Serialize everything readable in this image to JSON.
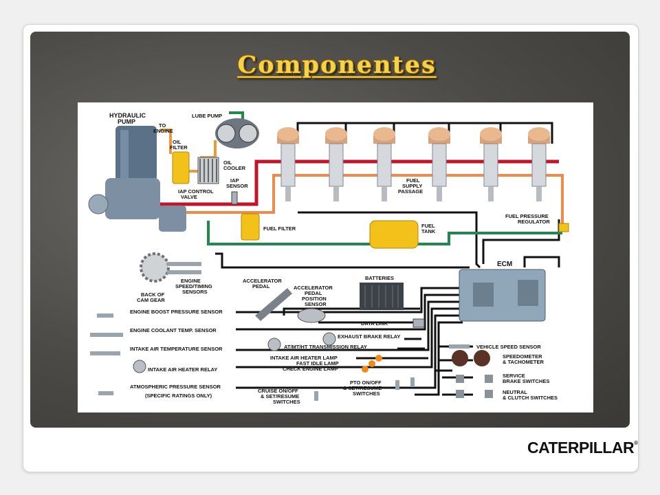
{
  "slide": {
    "title": "Componentes",
    "brand": "CATERPILLAR",
    "brand_mark": "®"
  },
  "diagram": {
    "labels": {
      "hydraulic_pump": [
        "HYDRAULIC",
        "PUMP"
      ],
      "to_engine": [
        "TO",
        "ENGINE"
      ],
      "oil_filter": [
        "OIL",
        "FILTER"
      ],
      "lube_pump": "LUBE PUMP",
      "oil_cooler": [
        "OIL",
        "COOLER"
      ],
      "iap_sensor": [
        "IAP",
        "SENSOR"
      ],
      "iap_control_valve": [
        "IAP CONTROL",
        "VALVE"
      ],
      "fuel_supply_passage": [
        "FUEL",
        "SUPPLY",
        "PASSAGE"
      ],
      "fuel_filter": "FUEL FILTER",
      "fuel_tank": [
        "FUEL",
        "TANK"
      ],
      "fuel_pressure_regulator": [
        "FUEL PRESSURE",
        "REGULATOR"
      ],
      "ecm": "ECM",
      "engine_speed_timing": [
        "ENGINE",
        "SPEED/TIMING",
        "SENSORS"
      ],
      "back_of_cam_gear": [
        "BACK OF",
        "CAM GEAR"
      ],
      "accelerator_pedal": [
        "ACCELERATOR",
        "PEDAL"
      ],
      "accelerator_pedal_position": [
        "ACCELERATOR",
        "PEDAL",
        "POSITION",
        "SENSOR"
      ],
      "batteries": "BATTERIES",
      "data_link": "DATA LINK",
      "exhaust_brake_relay": "EXHAUST BRAKE RELAY",
      "transmission_relay": "AT/MT/HT TRANSMISSION RELAY",
      "lamps": [
        "INTAKE AIR HEATER LAMP",
        "FAST IDLE LAMP",
        "CHECK ENGINE LAMP"
      ],
      "pto": [
        "PTO ON/OFF",
        "& SET/RESUME",
        "SWITCHES"
      ],
      "cruise": [
        "CRUISE ON/OFF",
        "& SET/RESUME",
        "SWITCHES"
      ],
      "engine_boost": "ENGINE BOOST PRESSURE SENSOR",
      "engine_coolant": "ENGINE COOLANT TEMP. SENSOR",
      "intake_air_temp": "INTAKE AIR TEMPERATURE SENSOR",
      "intake_air_heater_relay": "INTAKE AIR HEATER RELAY",
      "atmospheric": [
        "ATMOSPHERIC PRESSURE SENSOR",
        "(SPECIFIC RATINGS ONLY)"
      ],
      "vehicle_speed": "VEHICLE SPEED SENSOR",
      "speedometer": [
        "SPEEDOMETER",
        "& TACHOMETER"
      ],
      "service_brake": [
        "SERVICE",
        "BRAKE SWITCHES"
      ],
      "neutral_clutch": [
        "NEUTRAL",
        "& CLUTCH SWITCHES"
      ]
    },
    "colors": {
      "high_pressure_oil": "#c0152a",
      "fuel_supply": "#f08a4b",
      "return_line": "#1f8a4c",
      "oil_line": "#e89a3c",
      "wiring": "#111111",
      "component_yellow": "#f2c21b",
      "pump_blue": "#5a7188"
    }
  }
}
